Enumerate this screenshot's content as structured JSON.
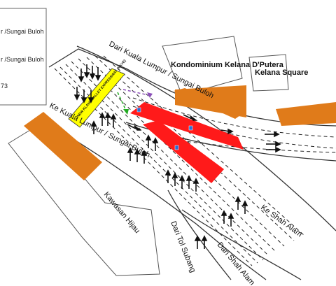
{
  "legend": {
    "lines": [
      "r /Sungai Buloh",
      "r /Sungai Buloh",
      "73"
    ]
  },
  "labels": {
    "dari_kl_sb": "Dari Kuala Lumpur / Sungai Buloh",
    "ke_kl_sb": "Ke Kuala Lumpur / Sungai Buloh",
    "kondominium": "Kondominium Kelana D'Putera",
    "kelana_square": "Kelana Square",
    "kawasan_hijau": "Kawasan Hijau",
    "dari_tol_subang": "Dari Tol Subang",
    "dari_shah_alam": "Dari Shah Alam",
    "ke_shah_alam": "Ke Shah Alam",
    "nkve_sign": "NEW KLANG VALLEY EXPRESSWAY (NKVE)"
  },
  "colors": {
    "building": "#e07b1a",
    "construction": "#ff1a1a",
    "sign": "#ffff00",
    "road_line": "#222222",
    "purple_arrow": "#8b4fb8",
    "green_arrow": "#22aa22"
  }
}
